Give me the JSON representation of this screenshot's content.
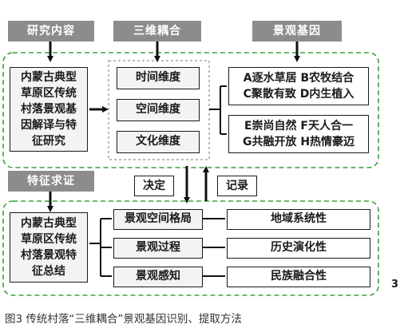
{
  "headers": {
    "research_content": "研究内容",
    "three_dimensional_coupling": "三维耦合",
    "landscape_gene": "景观基因",
    "feature_verification": "特征求证"
  },
  "left_top_box": [
    "内蒙古典型",
    "草原区传统",
    "村落景观基",
    "因解译与特",
    "征研究"
  ],
  "dimensions": [
    "时间维度",
    "空间维度",
    "文化维度"
  ],
  "gene_group_1": [
    "A逐水草居 B农牧结合",
    "C聚散有致 D内生植入"
  ],
  "gene_group_2": [
    "E崇尚自然 F天人合一",
    "G共融开放 H热情豪迈"
  ],
  "connectors": {
    "decide": "决定",
    "record": "记录"
  },
  "left_bottom_box": [
    "内蒙古典型",
    "草原区传统",
    "村落景观特",
    "征总结"
  ],
  "features": [
    "景观空间格局",
    "景观过程",
    "景观感知"
  ],
  "results": [
    "地域系统性",
    "历史演化性",
    "民族融合性"
  ],
  "page_number": "3",
  "caption": "图3 传统村落“三维耦合”景观基因识别、提取方法",
  "colors": {
    "header_bg": "#8c8c8c",
    "dashed_border": "#3da03d",
    "box_fill": "#f3f3f3"
  }
}
